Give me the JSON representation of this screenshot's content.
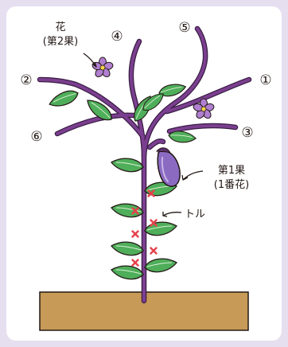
{
  "labels": {
    "flower_title": "花",
    "flower_sub": "(第2果)",
    "fruit_title": "第1果",
    "fruit_sub": "(1番花)",
    "remove": "トル",
    "branch_1": "①",
    "branch_2": "②",
    "branch_3": "③",
    "branch_4": "④",
    "branch_5": "⑤",
    "branch_6": "⑥"
  },
  "colors": {
    "background": "#e6dff0",
    "panel": "#ffffff",
    "stem": "#7b3f8f",
    "stem_outline": "#3a1d45",
    "leaf": "#4fae5a",
    "leaf_vein": "#dff2d8",
    "outline": "#231815",
    "soil": "#c79b57",
    "remove_mark": "#e5404a",
    "eggplant": "#8b6bc2",
    "calyx": "#5c2e6e"
  },
  "remove_marks_count": 6
}
